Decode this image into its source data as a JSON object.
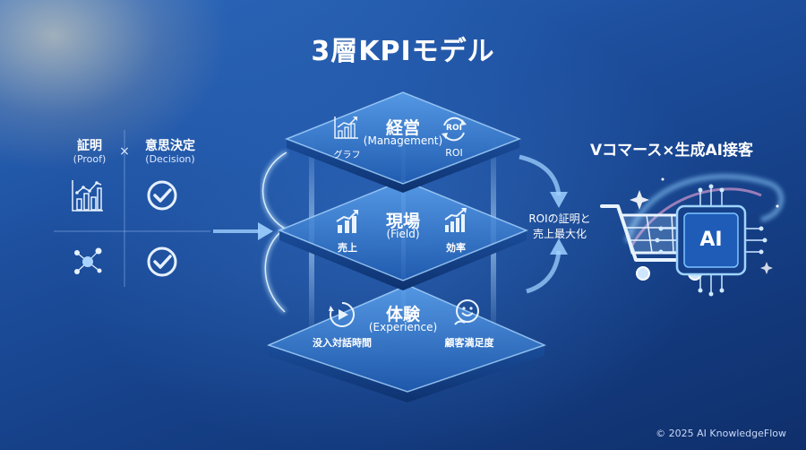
{
  "title": "3層KPIモデル",
  "left": {
    "proof_label": "証明",
    "proof_sub": "(Proof)",
    "times": "×",
    "decision_label": "意思決定",
    "decision_sub": "(Decision)"
  },
  "layers": {
    "management": {
      "title": "経営",
      "sub": "(Management)",
      "left_label": "グラフ",
      "right_label": "ROI",
      "badge": "ROI"
    },
    "field": {
      "title": "現場",
      "sub": "(Field)",
      "left_label": "売上",
      "right_label": "効率"
    },
    "experience": {
      "title": "体験",
      "sub": "(Experience)",
      "left_label": "没入対話時間",
      "right_label": "顧客満足度"
    }
  },
  "center_note": {
    "line1": "ROIの証明と",
    "line2": "売上最大化"
  },
  "right": {
    "title": "Vコマース×生成AI接客",
    "chip_label": "AI"
  },
  "copyright": "© 2025 AI KnowledgeFlow",
  "colors": {
    "bg_top": "#2f6cc0",
    "bg_bottom": "#0f2f6b",
    "accent": "#7cc4ff"
  }
}
